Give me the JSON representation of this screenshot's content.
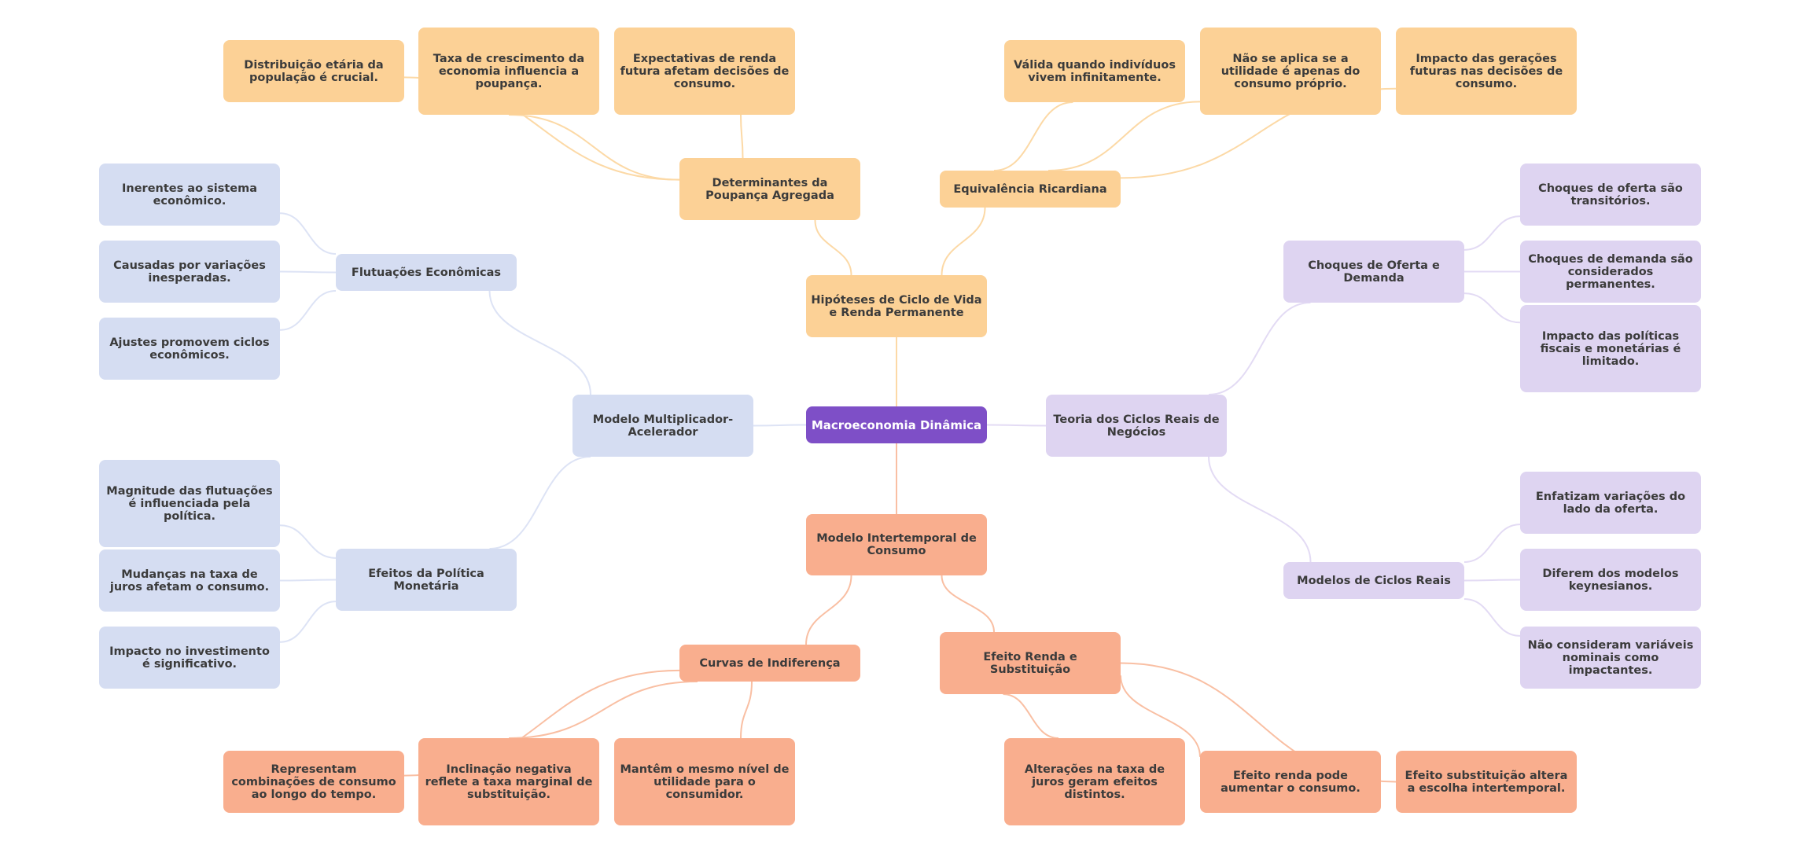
{
  "colors": {
    "root": "#7E4FC7",
    "orange": "#FCD196",
    "salmon": "#F9AE8E",
    "blue": "#D5DDF2",
    "lavender": "#DED4F1",
    "edge_orange": "#FCD9A6",
    "edge_salmon": "#F9BFA3",
    "edge_blue": "#DDE3F5",
    "edge_lavender": "#E3DBF4"
  },
  "root": "Macroeconomia Dinâmica",
  "branches": {
    "hipoteses": {
      "label": "Hipóteses de Ciclo de Vida e Renda Permanente",
      "determinantes": {
        "label": "Determinantes da Poupança Agregada",
        "children": [
          "Distribuição etária da população é crucial.",
          "Taxa de crescimento da economia influencia a poupança.",
          "Expectativas de renda futura afetam decisões de consumo."
        ]
      },
      "equivalencia": {
        "label": "Equivalência Ricardiana",
        "children": [
          "Válida quando indivíduos vivem infinitamente.",
          "Não se aplica se a utilidade é apenas do consumo próprio.",
          "Impacto das gerações futuras nas decisões de consumo."
        ]
      }
    },
    "multiplicador": {
      "label": "Modelo Multiplicador-Acelerador",
      "flutuacoes": {
        "label": "Flutuações Econômicas",
        "children": [
          "Inerentes ao sistema econômico.",
          "Causadas por variações inesperadas.",
          "Ajustes promovem ciclos econômicos."
        ]
      },
      "politica": {
        "label": "Efeitos da Política Monetária",
        "children": [
          "Magnitude das flutuações é influenciada pela política.",
          "Mudanças na taxa de juros afetam o consumo.",
          "Impacto no investimento é significativo."
        ]
      }
    },
    "ciclos_reais": {
      "label": "Teoria dos Ciclos Reais de Negócios",
      "choques": {
        "label": "Choques de Oferta e Demanda",
        "children": [
          "Choques de oferta são transitórios.",
          "Choques de demanda são considerados permanentes.",
          "Impacto das políticas fiscais e monetárias é limitado."
        ]
      },
      "modelos": {
        "label": "Modelos de Ciclos Reais",
        "children": [
          "Enfatizam variações do lado da oferta.",
          "Diferem dos modelos keynesianos.",
          "Não consideram variáveis nominais como impactantes."
        ]
      }
    },
    "intertemporal": {
      "label": "Modelo Intertemporal de Consumo",
      "curvas": {
        "label": "Curvas de Indiferença",
        "children": [
          "Representam combinações de consumo ao longo do tempo.",
          "Inclinação negativa reflete a taxa marginal de substituição.",
          "Mantêm o mesmo nível de utilidade para o consumidor."
        ]
      },
      "efeito": {
        "label": "Efeito Renda e Substituição",
        "children": [
          "Alterações na taxa de juros geram efeitos distintos.",
          "Efeito renda pode aumentar o consumo.",
          "Efeito substituição altera a escolha intertemporal."
        ]
      }
    }
  }
}
